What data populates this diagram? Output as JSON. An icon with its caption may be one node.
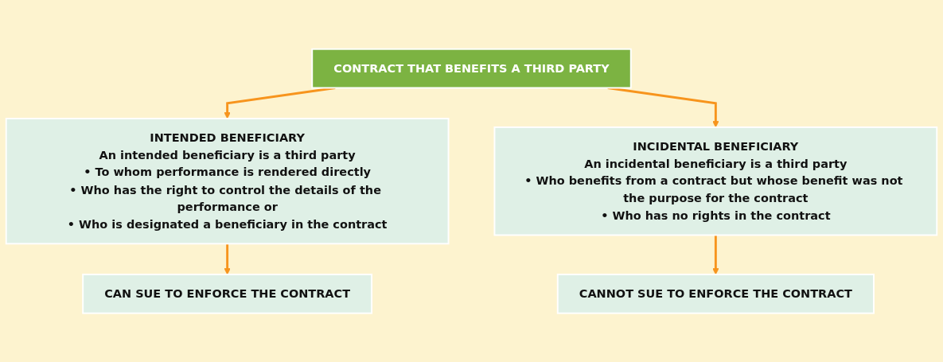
{
  "diagram": {
    "nodes": [
      {
        "text": [
          "CONTRACT THAT BENEFITS A THIRD PARTY"
        ]
      },
      {
        "text": [
          "INTENDED BENEFICIARY",
          "An intended beneficiary is a third party",
          "• To whom performance is rendered directly",
          "• Who has the right to control the details of the performance or",
          "• Who is designated a beneficiary in the contract"
        ]
      },
      {
        "text": [
          "INCIDENTAL BENEFICIARY",
          "An incidental beneficiary is a third party",
          "• Who benefits from a contract but whose benefit was not the purpose for the contract",
          "• Who has no rights in the contract"
        ]
      },
      {
        "text": [
          "CAN SUE TO ENFORCE THE CONTRACT"
        ]
      },
      {
        "text": [
          "CANNOT SUE TO ENFORCE THE CONTRACT"
        ]
      }
    ],
    "edges": [
      {
        "from": 0,
        "to": 1,
        "arrow": "to"
      },
      {
        "from": 0,
        "to": 2,
        "arrow": "to"
      },
      {
        "from": 1,
        "to": 3,
        "arrow": "to"
      },
      {
        "from": 2,
        "to": 4,
        "arrow": "to"
      }
    ]
  }
}
